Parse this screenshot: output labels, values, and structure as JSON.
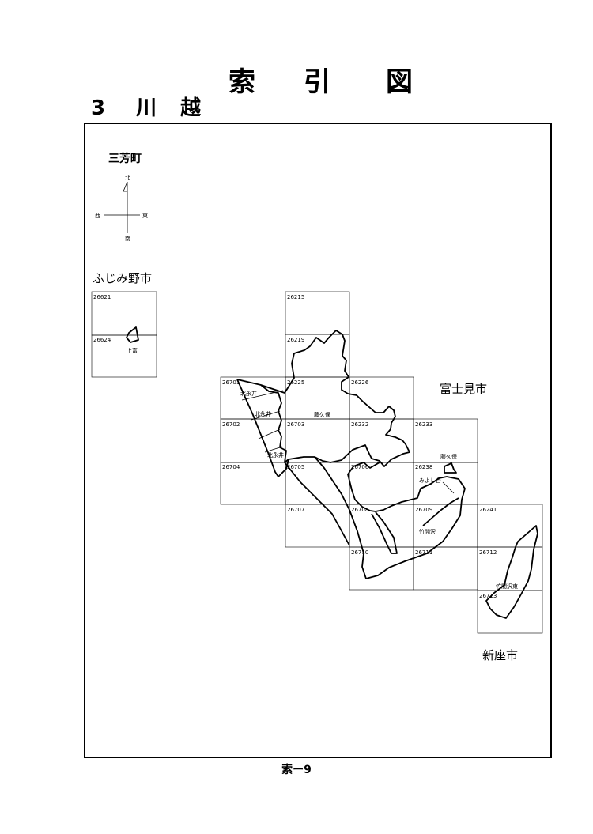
{
  "title": {
    "chars": [
      "索",
      "引",
      "図"
    ]
  },
  "subtitle": {
    "number": "3",
    "name_1": "川",
    "name_2": "越"
  },
  "compass": {
    "north": "北",
    "south": "南",
    "east": "東",
    "west": "西"
  },
  "neighbors": {
    "miyoshi_town": "三芳町",
    "fujimino_city": "ふじみ野市",
    "fujimi_city": "富士見市",
    "niiza_city": "新座市"
  },
  "sheets": [
    "26621",
    "26624",
    "26215",
    "26219",
    "26701",
    "26225",
    "26226",
    "26702",
    "26703",
    "26232",
    "26233",
    "26704",
    "26705",
    "26706",
    "26238",
    "26707",
    "26708",
    "26709",
    "26241",
    "26710",
    "26711",
    "26712",
    "26713"
  ],
  "places": {
    "kamitome": "上富",
    "kitaei_1": "北永井",
    "kitaei_2": "北永井",
    "kitaei_3": "北永井",
    "fujikubo_1": "藤久保",
    "fujikubo_2": "藤久保",
    "miyoshidai": "みよし台",
    "takemazawa": "竹間沢",
    "takemazawa_higashi": "竹間沢東"
  },
  "footer": {
    "page": "索ー9"
  }
}
